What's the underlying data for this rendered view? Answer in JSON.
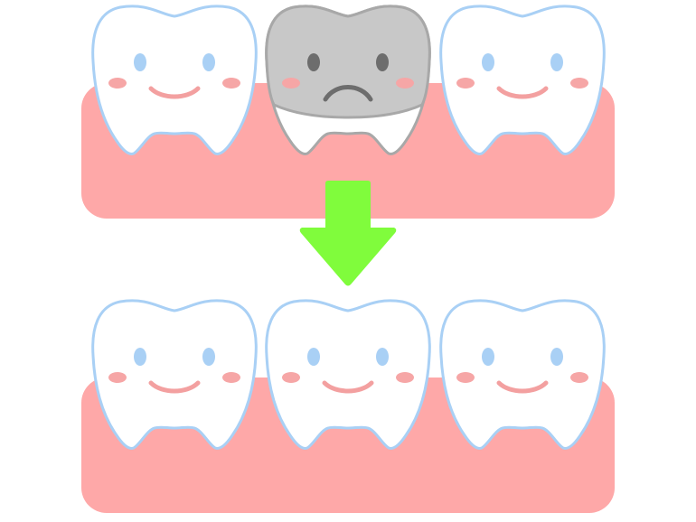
{
  "illustration": {
    "subject": "tooth-restoration-before-after",
    "rows": [
      {
        "name": "before",
        "teeth": [
          {
            "state": "healthy",
            "expression": "smile"
          },
          {
            "state": "metal-crown",
            "expression": "frown"
          },
          {
            "state": "healthy",
            "expression": "smile"
          }
        ]
      },
      {
        "name": "after",
        "teeth": [
          {
            "state": "healthy",
            "expression": "smile"
          },
          {
            "state": "healthy",
            "expression": "smile"
          },
          {
            "state": "healthy",
            "expression": "smile"
          }
        ]
      }
    ],
    "arrow": {
      "direction": "down",
      "icon": "arrow-down-icon"
    }
  },
  "colors": {
    "background": "#ffffff",
    "gum": "#fea8a8",
    "tooth_fill": "#ffffff",
    "tooth_outline": "#a9d0f5",
    "crown_fill": "#c8c8c8",
    "crown_outline": "#a8a8a8",
    "eye": "#a9d0f5",
    "crown_eye": "#6d6d6d",
    "mouth": "#f3a0a0",
    "crown_mouth": "#6d6d6d",
    "cheek": "#f6a6a6",
    "arrow": "#80fc3c"
  }
}
